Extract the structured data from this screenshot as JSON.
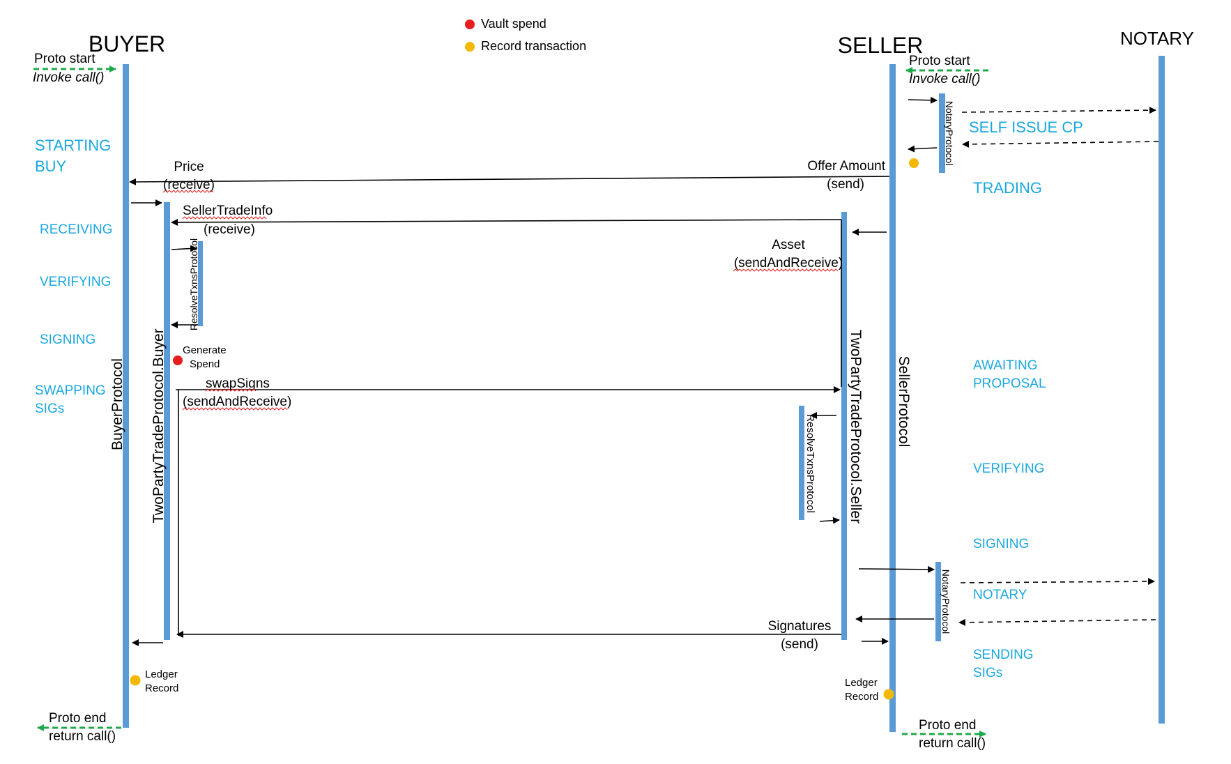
{
  "legend": {
    "vault_spend": "Vault spend",
    "record_transaction": "Record transaction"
  },
  "colors": {
    "lifeline": "#5B9BD5",
    "state_text": "#1AA7E0",
    "vault_dot": "#E81D1D",
    "record_dot": "#F5B800",
    "proto_arrow": "#1FA84A",
    "squiggle": "#E02020"
  },
  "parties": {
    "buyer": "BUYER",
    "seller": "SELLER",
    "notary": "NOTARY"
  },
  "buyer": {
    "proto_start": "Proto start",
    "invoke_call": "Invoke call()",
    "proto_end": "Proto end",
    "return_call": "return call()",
    "protocol": "BuyerProtocol",
    "trade_protocol": "TwoPartyTradeProtocol.Buyer",
    "resolve_protocol": "ResolveTxnsProtocol",
    "generate_spend": [
      "Generate",
      "Spend"
    ],
    "ledger_record": [
      "Ledger",
      "Record"
    ]
  },
  "seller": {
    "proto_start": "Proto start",
    "invoke_call": "Invoke call()",
    "proto_end": "Proto end",
    "return_call": "return call()",
    "protocol": "SellerProtocol",
    "trade_protocol": "TwoPartyTradeProtocol.Seller",
    "resolve_protocol": "ResolveTxnsProtocol",
    "notary_protocol_1": "NotaryProtocol",
    "notary_protocol_2": "NotaryProtocol",
    "ledger_record": [
      "Ledger",
      "Record"
    ]
  },
  "buyer_states": [
    "STARTING",
    "BUY",
    "RECEIVING",
    "VERIFYING",
    "SIGNING",
    "SWAPPING",
    "SIGs"
  ],
  "seller_states": [
    "SELF ISSUE CP",
    "TRADING",
    "AWAITING",
    "PROPOSAL",
    "VERIFYING",
    "SIGNING",
    "NOTARY",
    "SENDING",
    "SIGs"
  ],
  "messages": {
    "price": [
      "Price",
      "(receive)"
    ],
    "offer_amount": [
      "Offer Amount",
      "(send)"
    ],
    "seller_trade_info": [
      "SellerTradeInfo",
      "(receive)"
    ],
    "asset": [
      "Asset",
      "(sendAndReceive)"
    ],
    "swap_signs": [
      "swapSigns",
      "(sendAndReceive)"
    ],
    "signatures": [
      "Signatures",
      "(send)"
    ]
  }
}
